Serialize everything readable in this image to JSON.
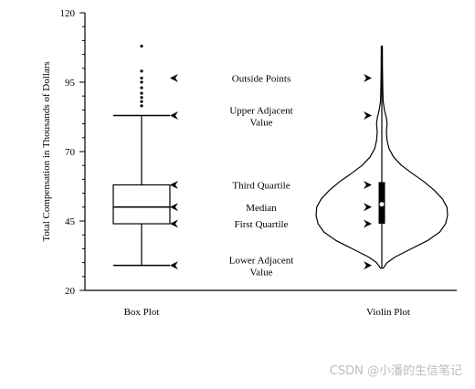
{
  "chart_data": {
    "type": "box-violin",
    "ylabel": "Total Compensation in Thousands of Dollars",
    "ylim": [
      20,
      120
    ],
    "yticks": [
      20,
      45,
      70,
      95,
      120
    ],
    "categories": [
      "Box Plot",
      "Violin Plot"
    ],
    "box": {
      "lower_adjacent": 29,
      "first_quartile": 44,
      "median": 50,
      "third_quartile": 58,
      "upper_adjacent": 83,
      "outliers": [
        86.5,
        88,
        89.5,
        91,
        93,
        95,
        96.5,
        99,
        108
      ]
    },
    "violin": {
      "min": 28,
      "max": 108,
      "first_quartile": 44,
      "median": 51,
      "third_quartile": 59,
      "density": [
        [
          28,
          0.02
        ],
        [
          30,
          0.08
        ],
        [
          32,
          0.2
        ],
        [
          35,
          0.45
        ],
        [
          38,
          0.7
        ],
        [
          41,
          0.88
        ],
        [
          44,
          0.97
        ],
        [
          47,
          1.0
        ],
        [
          50,
          0.99
        ],
        [
          53,
          0.92
        ],
        [
          56,
          0.8
        ],
        [
          59,
          0.65
        ],
        [
          62,
          0.47
        ],
        [
          65,
          0.3
        ],
        [
          68,
          0.18
        ],
        [
          71,
          0.11
        ],
        [
          74,
          0.08
        ],
        [
          77,
          0.07
        ],
        [
          80,
          0.08
        ],
        [
          82,
          0.07
        ],
        [
          85,
          0.04
        ],
        [
          88,
          0.02
        ],
        [
          92,
          0.015
        ],
        [
          100,
          0.01
        ],
        [
          108,
          0.008
        ]
      ]
    },
    "annotations": [
      {
        "text": "Outside Points",
        "y": 96.5
      },
      {
        "text": "Upper Adjacent Value",
        "y": 83
      },
      {
        "text": "Third Quartile",
        "y": 58
      },
      {
        "text": "Median",
        "y": 50
      },
      {
        "text": "First Quartile",
        "y": 44
      },
      {
        "text": "Lower Adjacent Value",
        "y": 29
      }
    ]
  },
  "watermark": "CSDN @小潘的生信笔记"
}
